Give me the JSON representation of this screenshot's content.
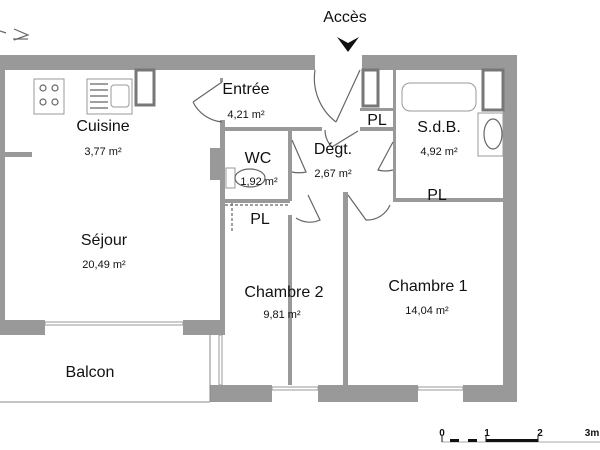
{
  "access_label": "Accès",
  "rooms": [
    {
      "name": "Entrée",
      "area": "4,21 m²"
    },
    {
      "name": "Cuisine",
      "area": "3,77 m²"
    },
    {
      "name": "WC",
      "area": "1,92 m²"
    },
    {
      "name": "Dégt.",
      "area": "2,67 m²"
    },
    {
      "name": "S.d.B.",
      "area": "4,92 m²"
    },
    {
      "name": "Séjour",
      "area": "20,49 m²"
    },
    {
      "name": "Chambre 2",
      "area": "9,81 m²"
    },
    {
      "name": "Chambre 1",
      "area": "14,04 m²"
    },
    {
      "name": "Balcon"
    }
  ],
  "closets": [
    "PL",
    "PL",
    "PL"
  ],
  "scale_bar": {
    "ticks": [
      "0",
      "1",
      "2",
      "3m"
    ]
  },
  "colors": {
    "wall": "#999999",
    "background": "#ffffff"
  }
}
